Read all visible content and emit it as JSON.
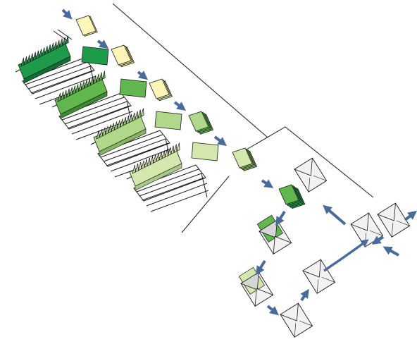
{
  "colors": {
    "background": "#ffffff",
    "outline": "#1a1a1a",
    "arrow": "#4a6a9a",
    "pale_yellow": "#fdf6b8",
    "yellow_shade": "#e9df8c",
    "dark_green": "#1e9a4b",
    "dark_green_shade": "#0f6e32",
    "mid_green": "#62b64e",
    "mid_green_shade": "#3e8a34",
    "light_green": "#b0d88a",
    "light_green_shade": "#86b560",
    "pale_green": "#d4e8ae",
    "pale_green_shade": "#a9c98a",
    "envelope_fill": "#f2f2f2",
    "envelope_shade": "#d6d6d6"
  },
  "diagram": {
    "type": "mail-sorting-pipeline",
    "stages": [
      "card-bundle",
      "envelope-stack",
      "sorting-rack",
      "outgoing-envelope"
    ],
    "icons": [
      "sorting-rack-icon",
      "card-bundle-icon",
      "envelope-icon",
      "flow-arrow-icon"
    ]
  }
}
